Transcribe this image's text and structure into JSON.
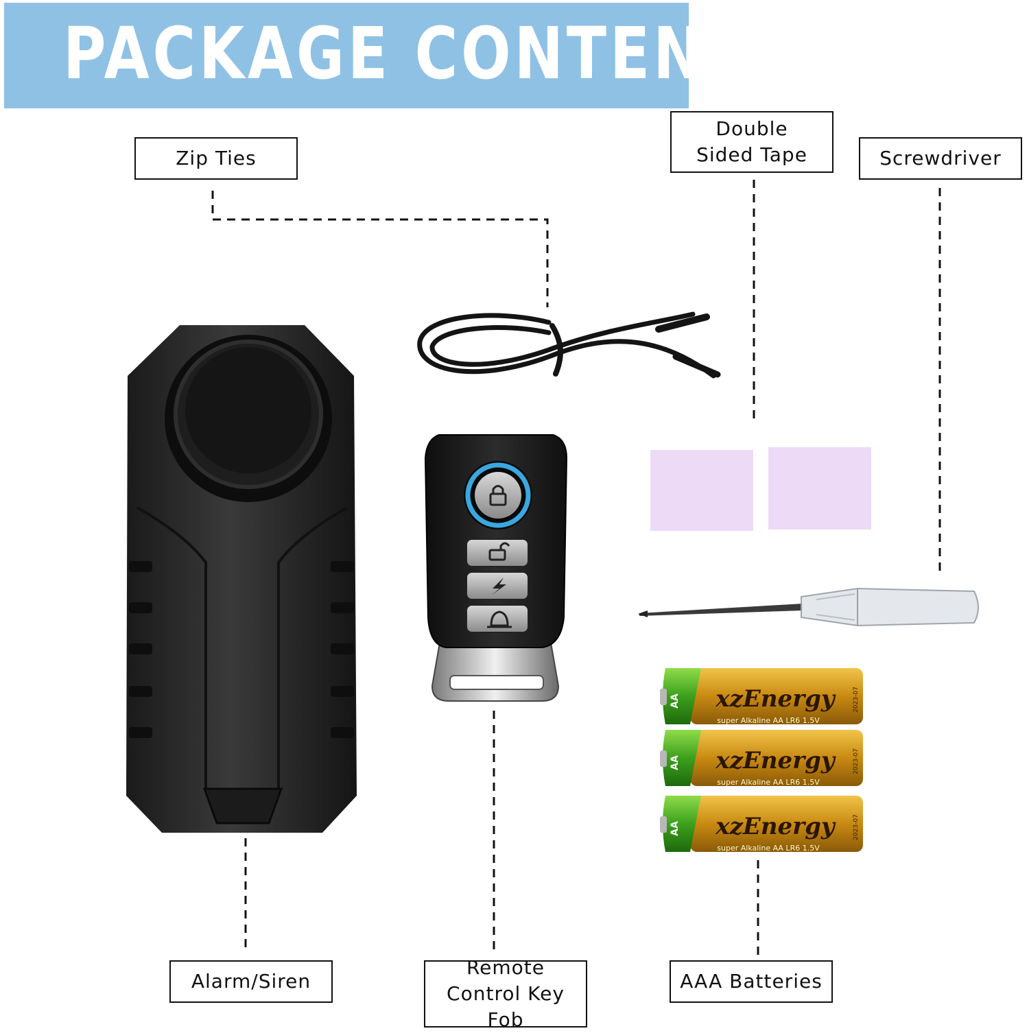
{
  "header": {
    "title": "PACKAGE CONTENTS:",
    "background_color": "#8fc1e5"
  },
  "labels": {
    "zip_ties": "Zip Ties",
    "double_sided_tape": "Double Sided Tape",
    "screwdriver": "Screwdriver",
    "alarm_siren": "Alarm/Siren",
    "remote_control_key_fob": "Remote Control Key Fob",
    "aaa_batteries": "AAA Batteries"
  },
  "battery": {
    "brand": "xzEnergy",
    "size": "AA",
    "sub_text": "super Alkaline AA LR6 1.5V",
    "date": "2023-07",
    "count": 3
  },
  "tape": {
    "count": 2,
    "color": "#ecdaf6"
  }
}
